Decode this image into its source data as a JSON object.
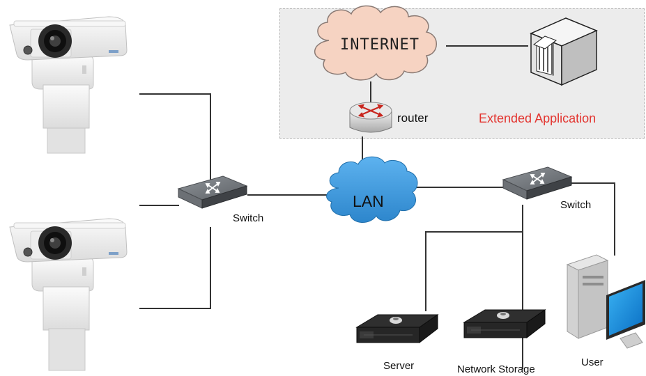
{
  "diagram": {
    "internet_label": "INTERNET",
    "router_label": "router",
    "extended_application_label": "Extended Application",
    "lan_label": "LAN",
    "switch_left_label": "Switch",
    "switch_right_label": "Switch",
    "server_label": "Server",
    "network_storage_label": "Network Storage",
    "user_label": "User"
  },
  "colors": {
    "extended_application": "#e3342f",
    "internet_cloud": "#f6d3c2",
    "lan_cloud": "#3b97dc",
    "line": "#333333",
    "background_panel": "#ececec"
  },
  "icons": [
    "thermal-camera-icon",
    "switch-icon",
    "router-icon",
    "cloud-icon",
    "web-server-icon",
    "rack-server-icon",
    "desktop-computer-icon"
  ]
}
